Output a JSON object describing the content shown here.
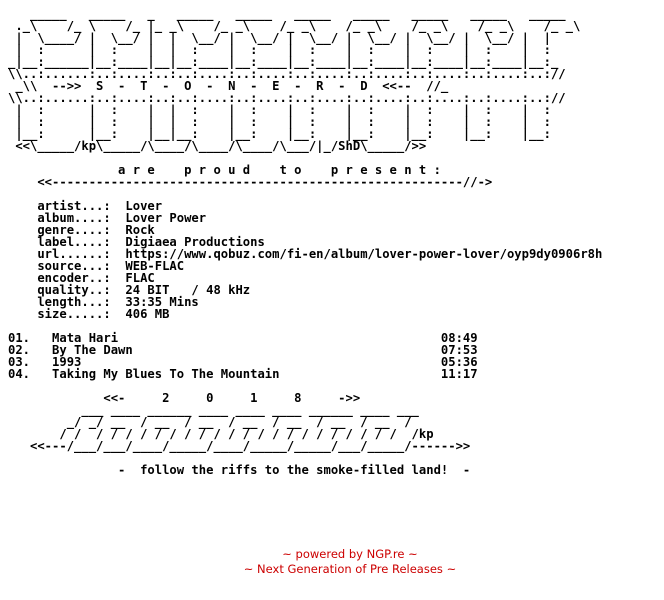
{
  "nfo_lines": [
    "   _____   _____   _   _____   _____   _____   _____   _____   _____   _____",
    " ._\\    /_ \\    /_ |_ _\\    /_ _\\    /_ _\\    /_ _\\    /_ _\\    /_ _\\    /_ _\\",
    " |  \\____/ |  \\__/ |  |  \\__/ |  \\__/ |  \\__/ |  \\__/ |  \\__/ |  \\__/ |  |",
    " |  :      |  :    |  |  :    |  :    |  :    |  :    |  :    |  :    |  :",
    "_|__:______|__:____|__|__:____|__:____|__:____|__:____|__:____|__:____|__:_",
    "\\\\..:......:..:....:..:..:....:..:....:..:....:..:....:..:....:..:....:..://",
    " _\\\\  -->>  S  -  T  -  O  -  N  -  E  -  R  -  D  <<--  //_",
    "\\\\..:......:..:....:..:..:....:..:....:..:....:..:....:..:....:..:....:..://",
    " |  :      |  :    |  |  :    |  :    |  :    |  :    |  :    |  :    |  :",
    " |  :      |  :    |  |  :    |  :    |  :    |  :    |  :    |  :    |  :",
    " |__:      |__:    |__|__:    |__:    |__:    |__:    |__:    |__:    |__:",
    " <<\\_____/kp\\_____/\\____/\\____/\\____/\\___/|_/ShD\\_____/>>",
    "",
    "               a r e    p r o u d    t o    p r e s e n t :",
    "    <<--------------------------------------------------------//->",
    "",
    "    artist...:  Lover",
    "    album....:  Lover Power",
    "    genre....:  Rock",
    "    label....:  Digiaea Productions",
    "    url......:  https://www.qobuz.com/fi-en/album/lover-power-lover/oyp9dy0906r8h",
    "    source...:  WEB-FLAC",
    "    encoder..:  FLAC",
    "    quality..:  24 BIT   / 48 kHz",
    "    length...:  33:35 Mins",
    "    size.....:  406 MB",
    "",
    "01.   Mata Hari                                            08:49",
    "02.   By The Dawn                                          07:53",
    "03.   1993                                                 05:36",
    "04.   Taking My Blues To The Mountain                      11:17",
    "",
    "             <<-     2     0     1     8     ->>",
    "          ___ ____ ______ ____ ____ ____ ______ ____ ___",
    "        _/ _/ __  / __  / __  / __  / __  / __  / __  /",
    "       / /  / / / / / / / / / / / / / / / / / / / / /  /kp",
    "   <<---/___/___/____/_____/____/_____/_____/___/_____/------>>",
    "",
    "               -  follow the riffs to the smoke-filled land!  -"
  ],
  "footer": {
    "line1": "~ powered by NGP.re ~",
    "line2": "~ Next Generation of Pre Releases ~",
    "color": "#cc0000"
  }
}
